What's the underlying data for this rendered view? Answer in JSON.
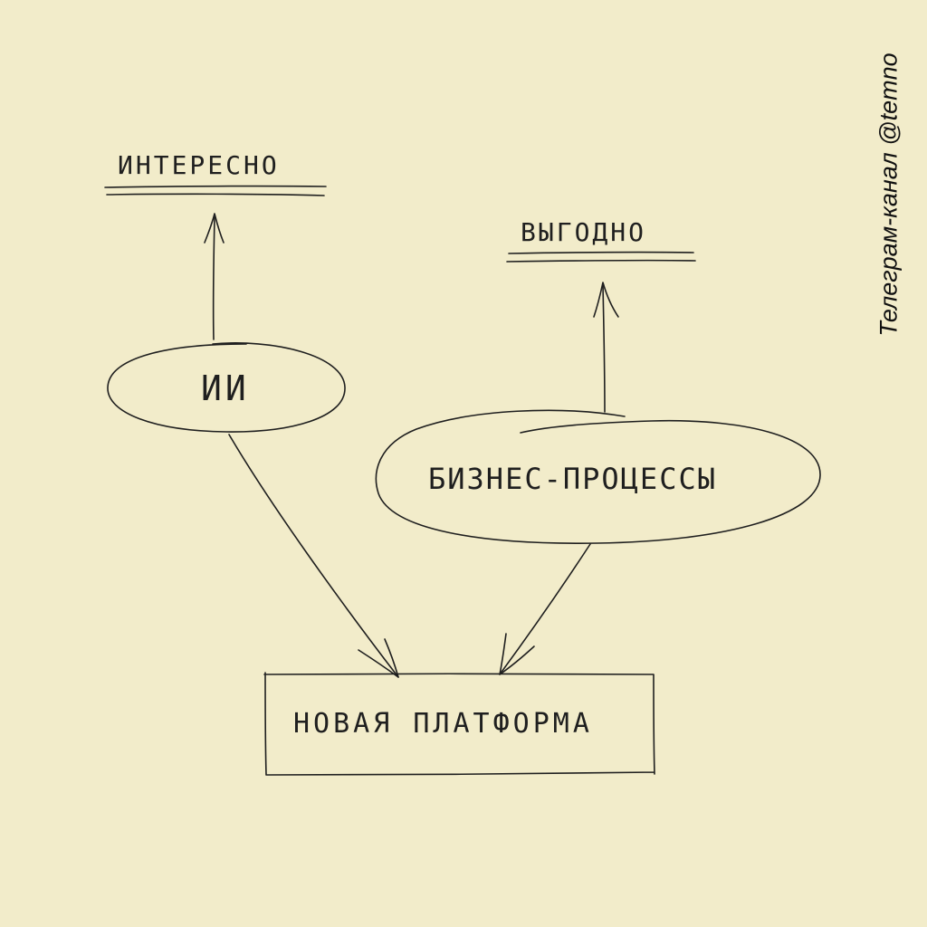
{
  "diagram": {
    "nodes": {
      "interesting": {
        "label": "ИНТЕРЕСНО"
      },
      "profitable": {
        "label": "ВЫГОДНО"
      },
      "ai": {
        "label": "ИИ"
      },
      "business_processes": {
        "label": "БИЗНЕС-ПРОЦЕССЫ"
      },
      "new_platform": {
        "label": "НОВАЯ ПЛАТФОРМА"
      }
    },
    "edges": [
      {
        "from": "ai",
        "to": "interesting"
      },
      {
        "from": "business_processes",
        "to": "profitable"
      },
      {
        "from": "ai",
        "to": "new_platform"
      },
      {
        "from": "business_processes",
        "to": "new_platform"
      }
    ]
  },
  "watermark": "Телеграм-канал @temno",
  "colors": {
    "background": "#f2ecca",
    "ink": "#1f1f1f"
  }
}
